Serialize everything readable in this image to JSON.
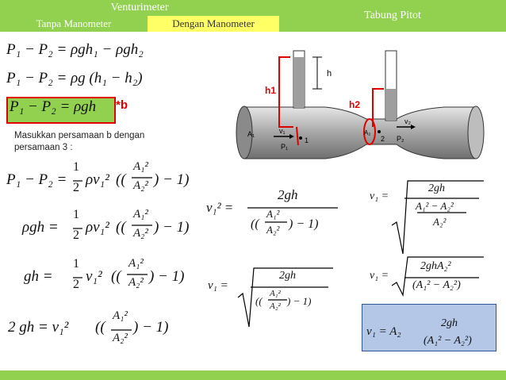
{
  "header": {
    "tab_venturimeter": "Venturimeter",
    "tab_pitot": "Tabung Pitot",
    "subtab_tanpa": "Tanpa Manometer",
    "subtab_dengan": "Dengan Manometer"
  },
  "colors": {
    "tab_green": "#92d050",
    "tab_yellow": "#ffff66",
    "highlight_red": "#e00000",
    "final_box": "#b4c7e7"
  },
  "equations": {
    "eq1": "P₁ − P₂ = ρgh₁ − ρgh₂",
    "eq2": "P₁ − P₂ = ρg (h₁ − h₂)",
    "eq3": "P₁ − P₂ = ρgh",
    "marker": "*b"
  },
  "note": "Masukkan persamaan b dengan persamaan 3 :",
  "diagram": {
    "label_h": "h",
    "label_h1": "h1",
    "label_h2": "h2",
    "label_A1": "A₁",
    "label_A2": "A₂",
    "label_v1": "v₁",
    "label_v2": "v₂",
    "label_P1": "P₁",
    "label_P2": "P₂",
    "label_1": "1",
    "label_2": "2"
  },
  "derivation": {
    "lhs1": "P₁ − P₂ =",
    "lhs2": "ρgh =",
    "lhs3": "gh =",
    "lhs4": "2 gh = v₁²",
    "half": "1",
    "two": "2",
    "v1sq": "ρv₁²",
    "v1sq_plain": "v₁²",
    "frac_num": "A₁²",
    "frac_den": "A₂²",
    "minus_one": ") − 1)",
    "open": "((",
    "open_single": "(("
  },
  "results": {
    "v1sq_lhs": "v₁² =",
    "v1_lhs": "v₁ =",
    "num_2gh": "2gh",
    "num_2ghA2": "2ghA₂²",
    "den_diff": "(A₁² − A₂²)",
    "den_A1A2_num": "A₁² − A₂²",
    "den_A2": "A₂²",
    "final_lhs": "v₁ = A₂"
  }
}
